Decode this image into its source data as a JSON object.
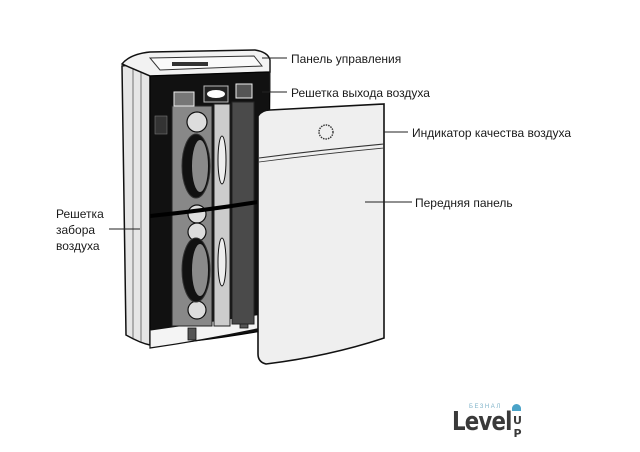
{
  "labels": {
    "control_panel": "Панель управления",
    "air_outlet_grille": "Решетка выхода воздуха",
    "air_quality_indicator": "Индикатор качества воздуха",
    "front_panel": "Передняя панель",
    "air_intake_grille": "Решетка забора воздуха"
  },
  "logo": {
    "small_text": "БЕЗНАЛ",
    "main_text": "Level",
    "suffix_text": "UP",
    "accent_color": "#4aa3c8"
  }
}
